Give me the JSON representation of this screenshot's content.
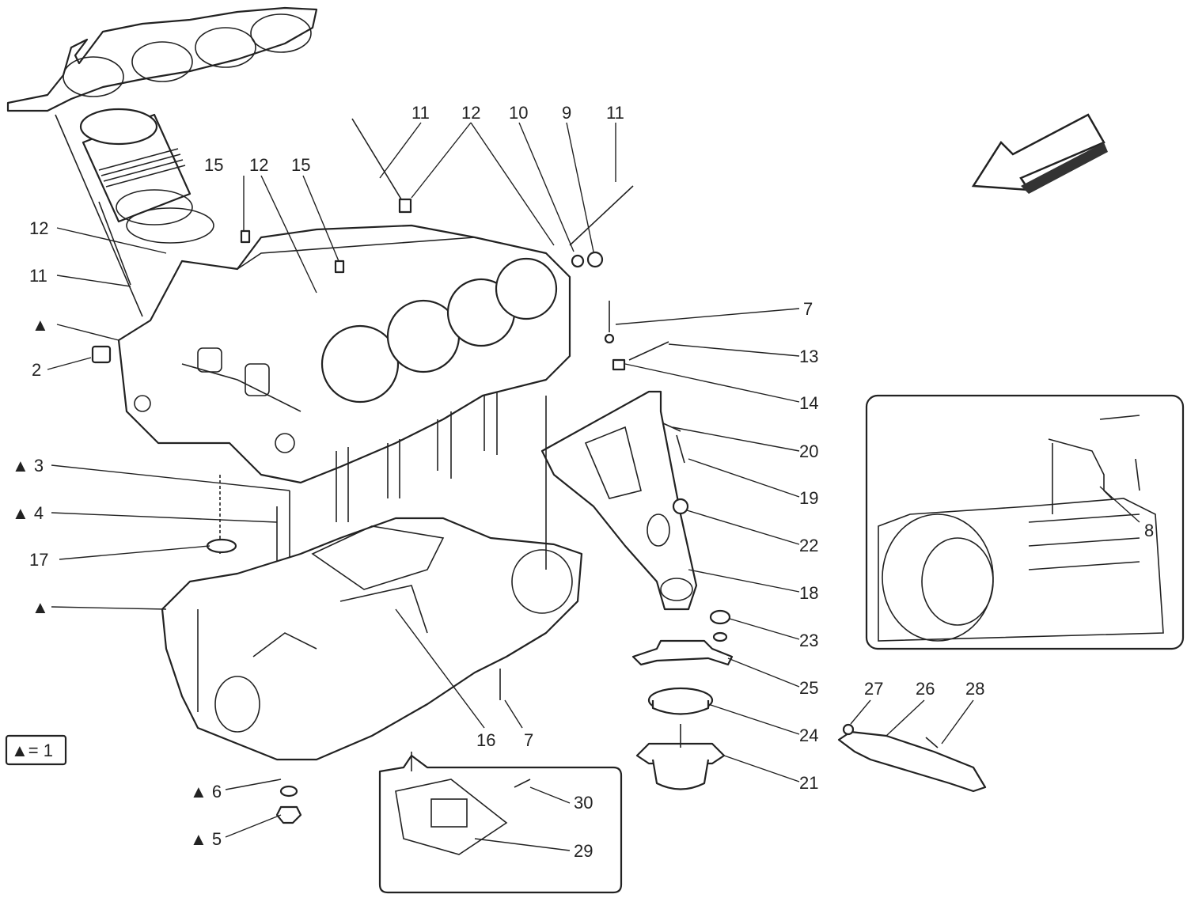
{
  "diagram": {
    "legend": {
      "symbol": "▲",
      "text": "= 1"
    },
    "callouts": [
      {
        "id": "c11a",
        "text": "11"
      },
      {
        "id": "c12a",
        "text": "12"
      },
      {
        "id": "c10",
        "text": "10"
      },
      {
        "id": "c9",
        "text": "9"
      },
      {
        "id": "c11b",
        "text": "11"
      },
      {
        "id": "c15a",
        "text": "15"
      },
      {
        "id": "c12b",
        "text": "12"
      },
      {
        "id": "c15b",
        "text": "15"
      },
      {
        "id": "c12c",
        "text": "12"
      },
      {
        "id": "c11c",
        "text": "11"
      },
      {
        "id": "ctri1",
        "text": "▲"
      },
      {
        "id": "c2",
        "text": "2"
      },
      {
        "id": "c3",
        "text": "▲ 3"
      },
      {
        "id": "c4",
        "text": "▲ 4"
      },
      {
        "id": "c17",
        "text": "17"
      },
      {
        "id": "ctri2",
        "text": "▲"
      },
      {
        "id": "c6",
        "text": "▲ 6"
      },
      {
        "id": "c5",
        "text": "▲ 5"
      },
      {
        "id": "c7a",
        "text": "7"
      },
      {
        "id": "c13",
        "text": "13"
      },
      {
        "id": "c14",
        "text": "14"
      },
      {
        "id": "c20",
        "text": "20"
      },
      {
        "id": "c19",
        "text": "19"
      },
      {
        "id": "c22",
        "text": "22"
      },
      {
        "id": "c18",
        "text": "18"
      },
      {
        "id": "c23",
        "text": "23"
      },
      {
        "id": "c25",
        "text": "25"
      },
      {
        "id": "c24",
        "text": "24"
      },
      {
        "id": "c21",
        "text": "21"
      },
      {
        "id": "c16",
        "text": "16"
      },
      {
        "id": "c7b",
        "text": "7"
      },
      {
        "id": "c30",
        "text": "30"
      },
      {
        "id": "c29",
        "text": "29"
      },
      {
        "id": "c8",
        "text": "8"
      },
      {
        "id": "c27",
        "text": "27"
      },
      {
        "id": "c26",
        "text": "26"
      },
      {
        "id": "c28",
        "text": "28"
      }
    ]
  }
}
